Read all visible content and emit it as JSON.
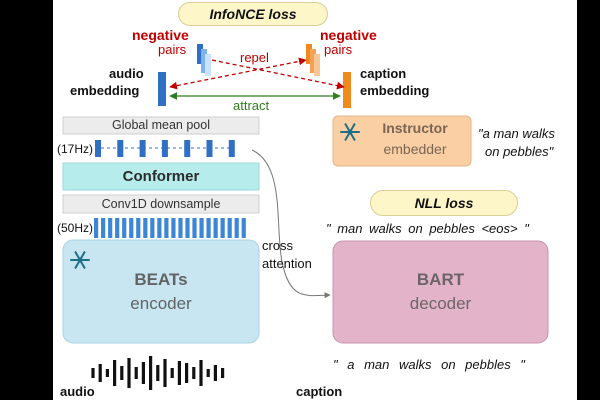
{
  "losses": {
    "infonce": "InfoNCE loss",
    "nll": "NLL loss"
  },
  "labels": {
    "negative_left_top": "negative",
    "negative_left_bottom": "pairs",
    "negative_right_top": "negative",
    "negative_right_bottom": "pairs",
    "repel": "repel",
    "attract": "attract",
    "audio_embedding_top": "audio",
    "audio_embedding_bottom": "embedding",
    "caption_embedding_top": "caption",
    "caption_embedding_bottom": "embedding",
    "rate_17": "(17Hz)",
    "rate_50": "(50Hz)",
    "cross_top": "cross",
    "cross_bottom": "attention",
    "audio_input": "audio",
    "caption_input": "caption"
  },
  "blocks": {
    "pool": "Global mean pool",
    "conformer": "Conformer",
    "conv": "Conv1D downsample",
    "beats_title": "BEATs",
    "beats_sub": "encoder",
    "instructor_title": "Instructor",
    "instructor_sub": "embedder",
    "bart_title": "BART",
    "bart_sub": "decoder"
  },
  "texts": {
    "instructor_caption_1": "\"a man walks",
    "instructor_caption_2": "on pebbles\"",
    "target_seq": "\" man walks on pebbles <eos> \"",
    "input_seq": "\" a man walks on pebbles \""
  },
  "colors": {
    "audio_blue": "#2f6fc4",
    "caption_orange": "#f08a1c",
    "repel_red": "#c00000",
    "attract_green": "#2e7d1f",
    "conformer": "#b7ecec",
    "beats": "#c7e6f2",
    "instructor": "#f9cfa3",
    "bart": "#e2b3c9",
    "pill": "#fdf6c9"
  }
}
